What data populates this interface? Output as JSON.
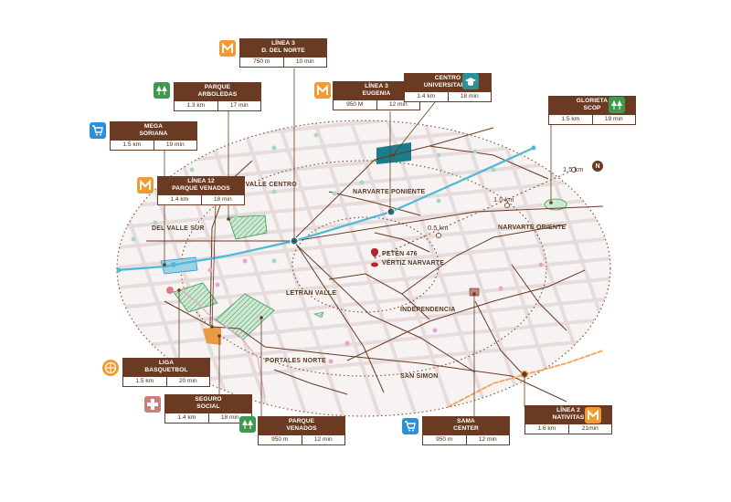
{
  "rings": {
    "r1": "0.5 km",
    "r2": "1.0 km",
    "r3": "1.5 km"
  },
  "north_label": "N",
  "zones": {
    "del_valle_centro": "DEL VALLE CENTRO",
    "narvarte_poniente": "NARVARTE PONIENTE",
    "del_valle_sur": "DEL VALLE SUR",
    "narvarte_oriente": "NARVARTE ORIENTE",
    "site_line1": "PETÉN 476",
    "site_line2": "VÉRTIZ NARVARTE",
    "letran_valle": "LETRAN VALLE",
    "independencia": "INDEPENDENCIA",
    "portales_norte": "PORTALES NORTE",
    "san_simon": "SAN SIMON"
  },
  "pois": [
    {
      "key": "linea3_norte",
      "icon": "metro-icon",
      "line1": "LÍNEA 3",
      "line2": "D. DEL NORTE",
      "dist": "750 m",
      "time": "10 min"
    },
    {
      "key": "parque_arboledas",
      "icon": "tree-icon",
      "line1": "PARQUE",
      "line2": "ARBOLEDAS",
      "dist": "1.3 km",
      "time": "17 min"
    },
    {
      "key": "linea3_eugenia",
      "icon": "metro-icon",
      "line1": "LÍNEA 3",
      "line2": "EUGENIA",
      "dist": "950 M",
      "time": "12 min"
    },
    {
      "key": "centro_universitario",
      "icon": "graduation-cap-icon",
      "line1": "CENTRO",
      "line2": "UNIVERSITARIO",
      "dist": "1.4 km",
      "time": "18 min"
    },
    {
      "key": "mega_soriana",
      "icon": "shopping-cart-icon",
      "line1": "MEGA",
      "line2": "SORIANA",
      "dist": "1.5 km",
      "time": "19 min"
    },
    {
      "key": "glorieta_scop",
      "icon": "tree-icon",
      "line1": "GLORIETA",
      "line2": "SCOP",
      "dist": "1.5 km",
      "time": "19 min"
    },
    {
      "key": "linea12",
      "icon": "metro-icon",
      "line1": "LÍNEA 12",
      "line2": "PARQUE VENADOS",
      "dist": "1.4 km",
      "time": "18 min"
    },
    {
      "key": "liga_basquetbol",
      "icon": "basketball-icon",
      "line1": "LIGA",
      "line2": "BASQUETBOL",
      "dist": "1.5 km",
      "time": "20 min"
    },
    {
      "key": "seguro_social",
      "icon": "medical-cross-icon",
      "line1": "SEGURO",
      "line2": "SOCIAL",
      "dist": "1.4 km",
      "time": "18 min"
    },
    {
      "key": "parque_venados",
      "icon": "tree-icon",
      "line1": "PARQUE",
      "line2": "VENADOS",
      "dist": "950 m",
      "time": "12 min"
    },
    {
      "key": "sama_center",
      "icon": "shopping-cart-icon",
      "line1": "SAMA",
      "line2": "CENTER",
      "dist": "950 m",
      "time": "12 min"
    },
    {
      "key": "linea2",
      "icon": "metro-icon",
      "line1": "LÍNEA 2",
      "line2": "NATIVITAS",
      "dist": "1.6 km",
      "time": "21min"
    }
  ],
  "colors": {
    "brown": "#6a3b22",
    "metro_line_blue": "#4fb8d6",
    "metro_line_orange": "#f2a25a",
    "park_green": "#3f9a4f",
    "site_red": "#b3242b"
  }
}
